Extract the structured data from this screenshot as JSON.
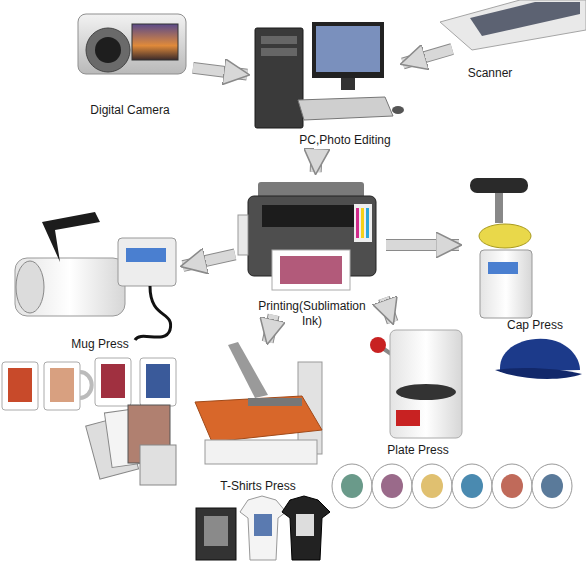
{
  "diagram": {
    "nodes": [
      {
        "text": [
          "Digital Camera"
        ]
      },
      {
        "text": [
          "Scanner"
        ]
      },
      {
        "text": [
          "PC,Photo Editing"
        ]
      },
      {
        "text": [
          "Printing(Sublimation Ink)"
        ]
      },
      {
        "text": [
          "Mug Press"
        ]
      },
      {
        "text": [
          "Cap Press"
        ]
      },
      {
        "text": [
          "Plate Press"
        ]
      },
      {
        "text": [
          "T-Shirts Press"
        ]
      }
    ],
    "edges": [
      {
        "from": 0,
        "to": 2,
        "arrow": "to"
      },
      {
        "from": 1,
        "to": 2,
        "arrow": "to"
      },
      {
        "from": 2,
        "to": 3,
        "arrow": "to"
      },
      {
        "from": 3,
        "to": 4,
        "arrow": "to"
      },
      {
        "from": 3,
        "to": 5,
        "arrow": "to"
      },
      {
        "from": 3,
        "to": 6,
        "arrow": "to"
      },
      {
        "from": 3,
        "to": 7,
        "arrow": "to"
      }
    ]
  }
}
